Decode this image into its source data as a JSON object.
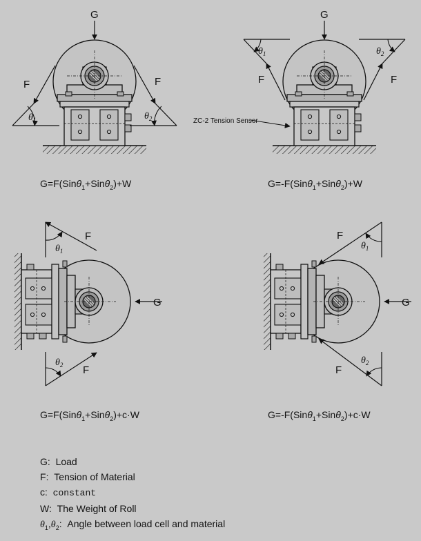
{
  "labels": {
    "load": "G",
    "tension": "F",
    "theta": "θ",
    "sub1": "1",
    "sub2": "2",
    "sensor": "ZC-2 Tension Sensor"
  },
  "formulas": {
    "f1": {
      "pre": "G=F(Sin",
      "mid": "+Sin",
      "post": ")+W"
    },
    "f2": {
      "pre": "G=-F(Sin",
      "mid": "+Sin",
      "post": ")+W"
    },
    "f3": {
      "pre": "G=F(Sin",
      "mid": "+Sin",
      "post": ")+c·W"
    },
    "f4": {
      "pre": "G=-F(Sin",
      "mid": "+Sin",
      "post": ")+c·W"
    }
  },
  "legend": {
    "g": {
      "key": "G",
      "sep": ":",
      "text": "Load"
    },
    "f": {
      "key": "F",
      "sep": ":",
      "text": "Tension of Material"
    },
    "c": {
      "key": "c",
      "sep": ":",
      "text": "constant"
    },
    "w": {
      "key": "W",
      "sep": ":",
      "text": "The Weight of Roll"
    },
    "theta": {
      "key1": "θ",
      "sub1": "1",
      "comma": ",",
      "key2": "θ",
      "sub2": "2",
      "sep": ":",
      "text": "Angle between load cell and material"
    }
  }
}
